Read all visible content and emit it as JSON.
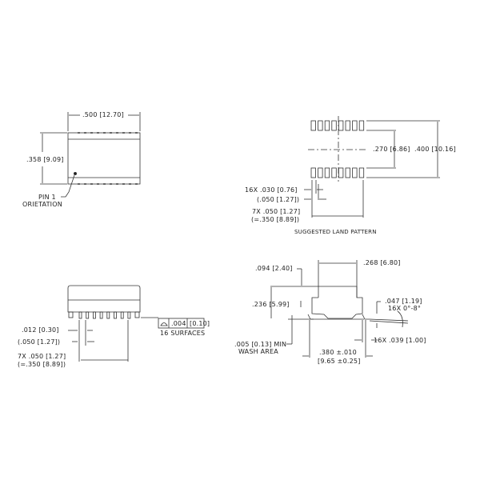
{
  "top_view": {
    "width_dim": ".500 [12.70]",
    "height_dim": ".358 [9.09]",
    "pin1_line1": "PIN 1",
    "pin1_line2": "ORIETATION"
  },
  "land_pattern": {
    "dim_inner": ".270 [6.86]",
    "dim_outer": ".400 [10.16]",
    "pad_width": "16X .030 [0.76]",
    "pad_pitch": "(.050 [1.27])",
    "span_line1": "7X .050 [1.27]",
    "span_line2": "(=.350 [8.89])",
    "caption": "SUGGESTED LAND PATTERN"
  },
  "side_view": {
    "lead_width": ".012 [0.30]",
    "lead_pitch": "(.050 [1.27])",
    "span_line1": "7X .050 [1.27]",
    "span_line2": "(=.350 [8.89])",
    "coplanarity": ".004",
    "coplanarity_mm": "[0.10]",
    "surfaces": "16 SURFACES"
  },
  "end_view": {
    "standoff_top": ".094 [2.40]",
    "top_width": ".268 [6.80]",
    "height": ".236 [5.99]",
    "lead_height": ".047 [1.19]",
    "lead_angle": "16X 0°-8°",
    "wash_line1": ".005 [0.13] MIN",
    "wash_line2": "WASH AREA",
    "foot_length": "16X .039 [1.00]",
    "span_line1": ".380 ±.010",
    "span_line2": "[9.65 ±0.25]"
  }
}
